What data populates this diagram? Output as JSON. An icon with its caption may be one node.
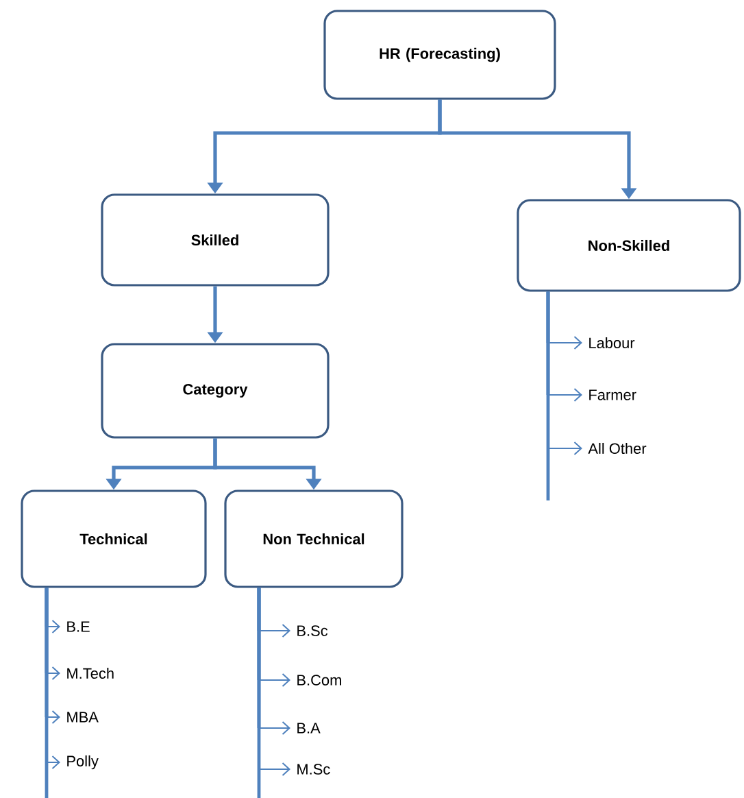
{
  "diagram": {
    "nodes": [
      {
        "text": [
          "HR (Forecasting)"
        ]
      },
      {
        "text": [
          "Skilled"
        ]
      },
      {
        "text": [
          "Non-Skilled"
        ]
      },
      {
        "text": [
          "Category"
        ]
      },
      {
        "text": [
          "Technical"
        ]
      },
      {
        "text": [
          "Non Technical"
        ]
      },
      {
        "text": [
          "Labour"
        ]
      },
      {
        "text": [
          "Farmer"
        ]
      },
      {
        "text": [
          "All Other"
        ]
      },
      {
        "text": [
          "B.E"
        ]
      },
      {
        "text": [
          "M.Tech"
        ]
      },
      {
        "text": [
          "MBA"
        ]
      },
      {
        "text": [
          "Polly"
        ]
      },
      {
        "text": [
          "B.Sc"
        ]
      },
      {
        "text": [
          "B.Com"
        ]
      },
      {
        "text": [
          "B.A"
        ]
      },
      {
        "text": [
          "M.Sc"
        ]
      }
    ],
    "edges": [
      {
        "from": 0,
        "to": 1,
        "arrow": "to",
        "style": "thick"
      },
      {
        "from": 0,
        "to": 2,
        "arrow": "to",
        "style": "thick"
      },
      {
        "from": 1,
        "to": 3,
        "arrow": "to",
        "style": "thick"
      },
      {
        "from": 3,
        "to": 4,
        "arrow": "to",
        "style": "thick"
      },
      {
        "from": 3,
        "to": 5,
        "arrow": "to",
        "style": "thick"
      },
      {
        "from": 2,
        "to": 6,
        "arrow": "to"
      },
      {
        "from": 2,
        "to": 7,
        "arrow": "to"
      },
      {
        "from": 2,
        "to": 8,
        "arrow": "to"
      },
      {
        "from": 4,
        "to": 9,
        "arrow": "to"
      },
      {
        "from": 4,
        "to": 10,
        "arrow": "to"
      },
      {
        "from": 4,
        "to": 11,
        "arrow": "to"
      },
      {
        "from": 4,
        "to": 12,
        "arrow": "to"
      },
      {
        "from": 5,
        "to": 13,
        "arrow": "to"
      },
      {
        "from": 5,
        "to": 14,
        "arrow": "to"
      },
      {
        "from": 5,
        "to": 15,
        "arrow": "to"
      },
      {
        "from": 5,
        "to": 16,
        "arrow": "to"
      }
    ]
  }
}
